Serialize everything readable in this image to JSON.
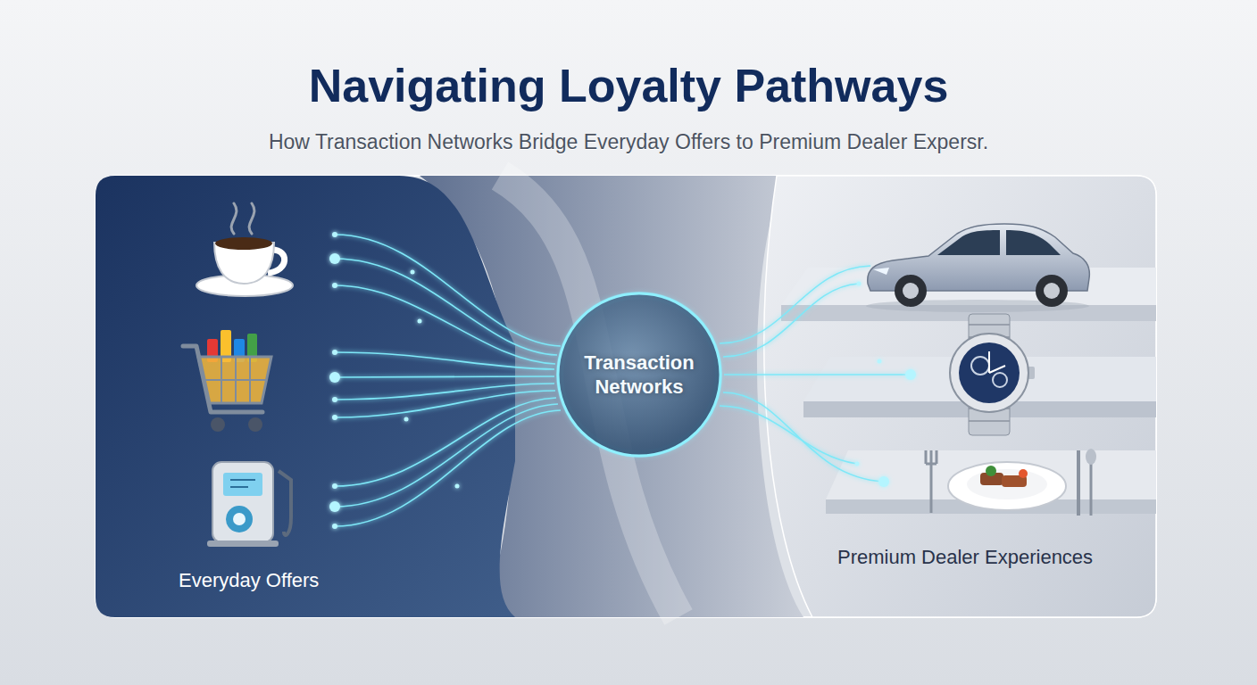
{
  "diagram": {
    "title": "Navigating Loyalty Pathways",
    "caption": "How Transaction Networks Bridge Everyday Offers to Premium Dealer Expersr.",
    "nodes": [
      {
        "text": [
          "Everyday Offers"
        ]
      },
      {
        "text": [
          "Transaction Networks"
        ]
      },
      {
        "text": [
          "Premium Dealer Experiences"
        ]
      }
    ],
    "edges": [
      {
        "from": 0,
        "to": 1,
        "arrow": "none"
      },
      {
        "from": 1,
        "to": 2,
        "arrow": "none"
      }
    ]
  }
}
